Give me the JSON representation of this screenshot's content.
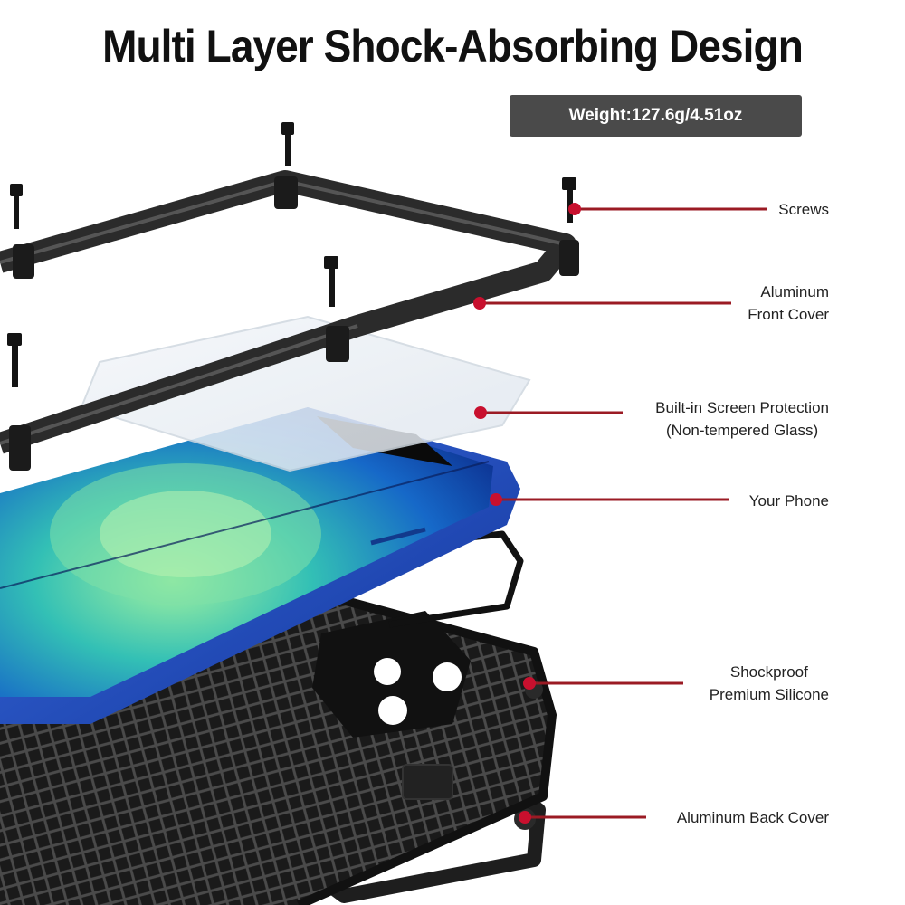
{
  "header": {
    "title": "Multi Layer Shock-Absorbing Design",
    "weight": "Weight:127.6g/4.51oz"
  },
  "callouts": [
    {
      "id": "screws",
      "lines": [
        "Screws"
      ]
    },
    {
      "id": "front-cover",
      "lines": [
        "Aluminum",
        "Front Cover"
      ]
    },
    {
      "id": "screen-protection",
      "lines": [
        "Built-in Screen Protection",
        "(Non-tempered Glass)"
      ]
    },
    {
      "id": "phone",
      "lines": [
        "Your Phone"
      ]
    },
    {
      "id": "silicone",
      "lines": [
        "Shockproof",
        "Premium Silicone"
      ]
    },
    {
      "id": "back-cover",
      "lines": [
        "Aluminum Back Cover"
      ]
    }
  ],
  "colors": {
    "callout_line": "#9b1b24",
    "callout_dot": "#c8102e",
    "frame": "#2b2b2b",
    "phone_blue": "#1f4fb8"
  }
}
